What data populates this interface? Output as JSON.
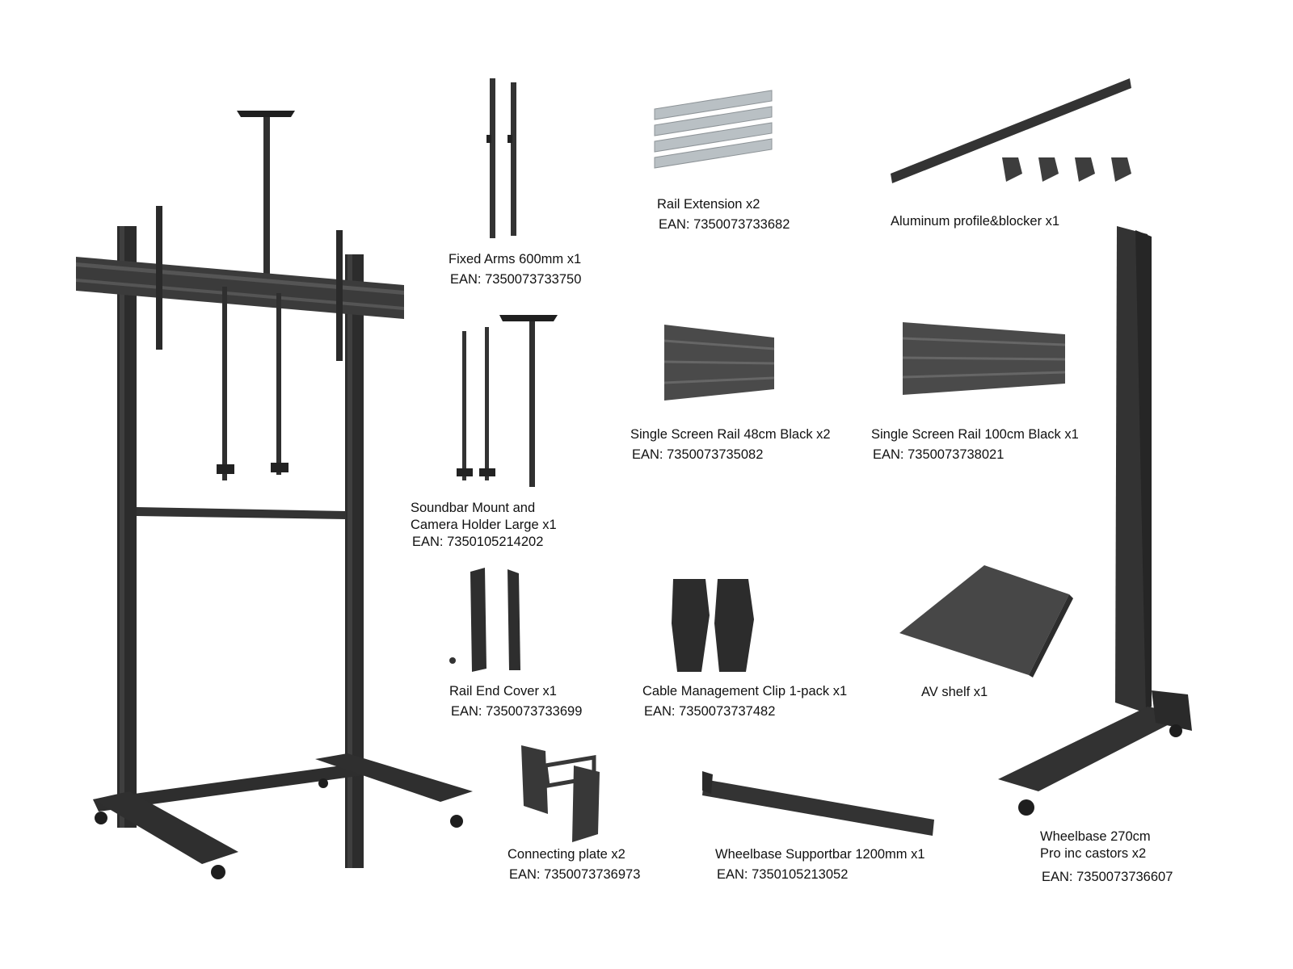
{
  "colors": {
    "background": "#ffffff",
    "metal_dark": "#2c2c2c",
    "metal_mid": "#454545",
    "metal_light": "#5e5e5e",
    "galvanized": "#b9c0c4",
    "text": "#111111"
  },
  "parts": [
    {
      "key": "fixed_arms",
      "icon": "fixed-arms-icon",
      "lines": [
        "Fixed Arms 600mm x1"
      ],
      "ean": "EAN: 7350073733750"
    },
    {
      "key": "rail_extension",
      "icon": "rail-extension-icon",
      "lines": [
        "Rail Extension x2"
      ],
      "ean": "EAN: 7350073733682"
    },
    {
      "key": "aluminum_profile",
      "icon": "aluminum-profile-icon",
      "lines": [
        "Aluminum profile&blocker x1"
      ],
      "ean": ""
    },
    {
      "key": "soundbar_mount",
      "icon": "soundbar-mount-icon",
      "lines": [
        "Soundbar Mount and",
        "Camera Holder Large x1"
      ],
      "ean": "EAN: 7350105214202"
    },
    {
      "key": "screen_rail_48",
      "icon": "screen-rail-48-icon",
      "lines": [
        "Single Screen Rail 48cm Black x2"
      ],
      "ean": "EAN: 7350073735082"
    },
    {
      "key": "screen_rail_100",
      "icon": "screen-rail-100-icon",
      "lines": [
        "Single Screen Rail 100cm Black x1"
      ],
      "ean": "EAN: 7350073738021"
    },
    {
      "key": "rail_end_cover",
      "icon": "rail-end-cover-icon",
      "lines": [
        "Rail End Cover x1"
      ],
      "ean": "EAN: 7350073733699"
    },
    {
      "key": "cable_clip",
      "icon": "cable-clip-icon",
      "lines": [
        "Cable Management Clip 1-pack x1"
      ],
      "ean": "EAN: 7350073737482"
    },
    {
      "key": "av_shelf",
      "icon": "av-shelf-icon",
      "lines": [
        "AV shelf x1"
      ],
      "ean": ""
    },
    {
      "key": "connecting_plate",
      "icon": "connecting-plate-icon",
      "lines": [
        "Connecting plate x2"
      ],
      "ean": "EAN: 7350073736973"
    },
    {
      "key": "supportbar",
      "icon": "supportbar-icon",
      "lines": [
        "Wheelbase Supportbar 1200mm x1"
      ],
      "ean": "EAN: 7350105213052"
    },
    {
      "key": "wheelbase",
      "icon": "wheelbase-icon",
      "lines": [
        "Wheelbase 270cm",
        "Pro inc castors x2"
      ],
      "ean": "EAN: 7350073736607"
    }
  ]
}
